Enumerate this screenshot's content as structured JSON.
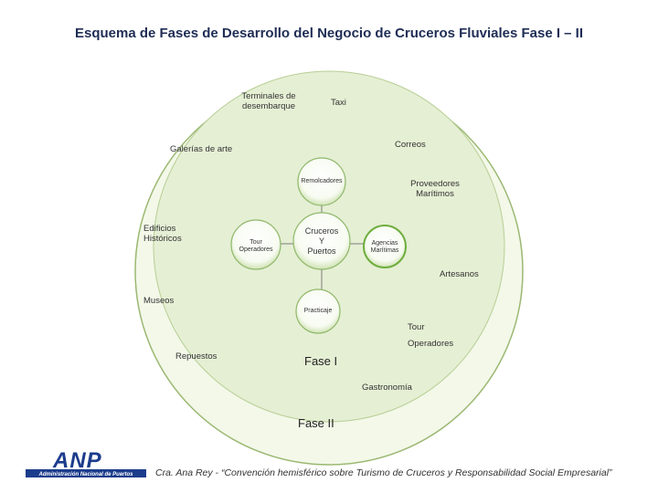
{
  "title": "Esquema de Fases de Desarrollo del Negocio de Cruceros Fluviales Fase I – II",
  "outer_items": {
    "terminales": "Terminales de\ndesembarque",
    "taxi": "Taxi",
    "correos": "Correos",
    "galerias": "Galerías de arte",
    "proveedores": "Proveedores\nMarítimos",
    "edificios": "Edificios\nHistóricos",
    "artesanos": "Artesanos",
    "museos": "Museos",
    "tour": "Tour",
    "operadores": "Operadores",
    "repuestos": "Repuestos",
    "gastronomia": "Gastronomía"
  },
  "inner_nodes": {
    "remolcadores": "Remolcadores",
    "tour_operadores": "Tour\nOperadores",
    "agencias": "Agencias\nMarítimas",
    "practicaje": "Practicaje"
  },
  "center_node": "Cruceros\nY\nPuertos",
  "phases": {
    "phase1": "Fase I",
    "phase2": "Fase II"
  },
  "logo": {
    "letters": "ANP",
    "name": "Administración Nacional de Puertos"
  },
  "footer": "Cra. Ana Rey - “Convención hemisférico sobre Turismo de Cruceros y Responsabilidad Social Empresarial”",
  "colors": {
    "outer_fill": "#f3f8e9",
    "outer_stroke": "#9bb872",
    "inner_fill": "#e5efd4",
    "node_stroke": "#8fb86a",
    "title": "#1f2d55",
    "logo_blue": "#1c3c8c"
  }
}
